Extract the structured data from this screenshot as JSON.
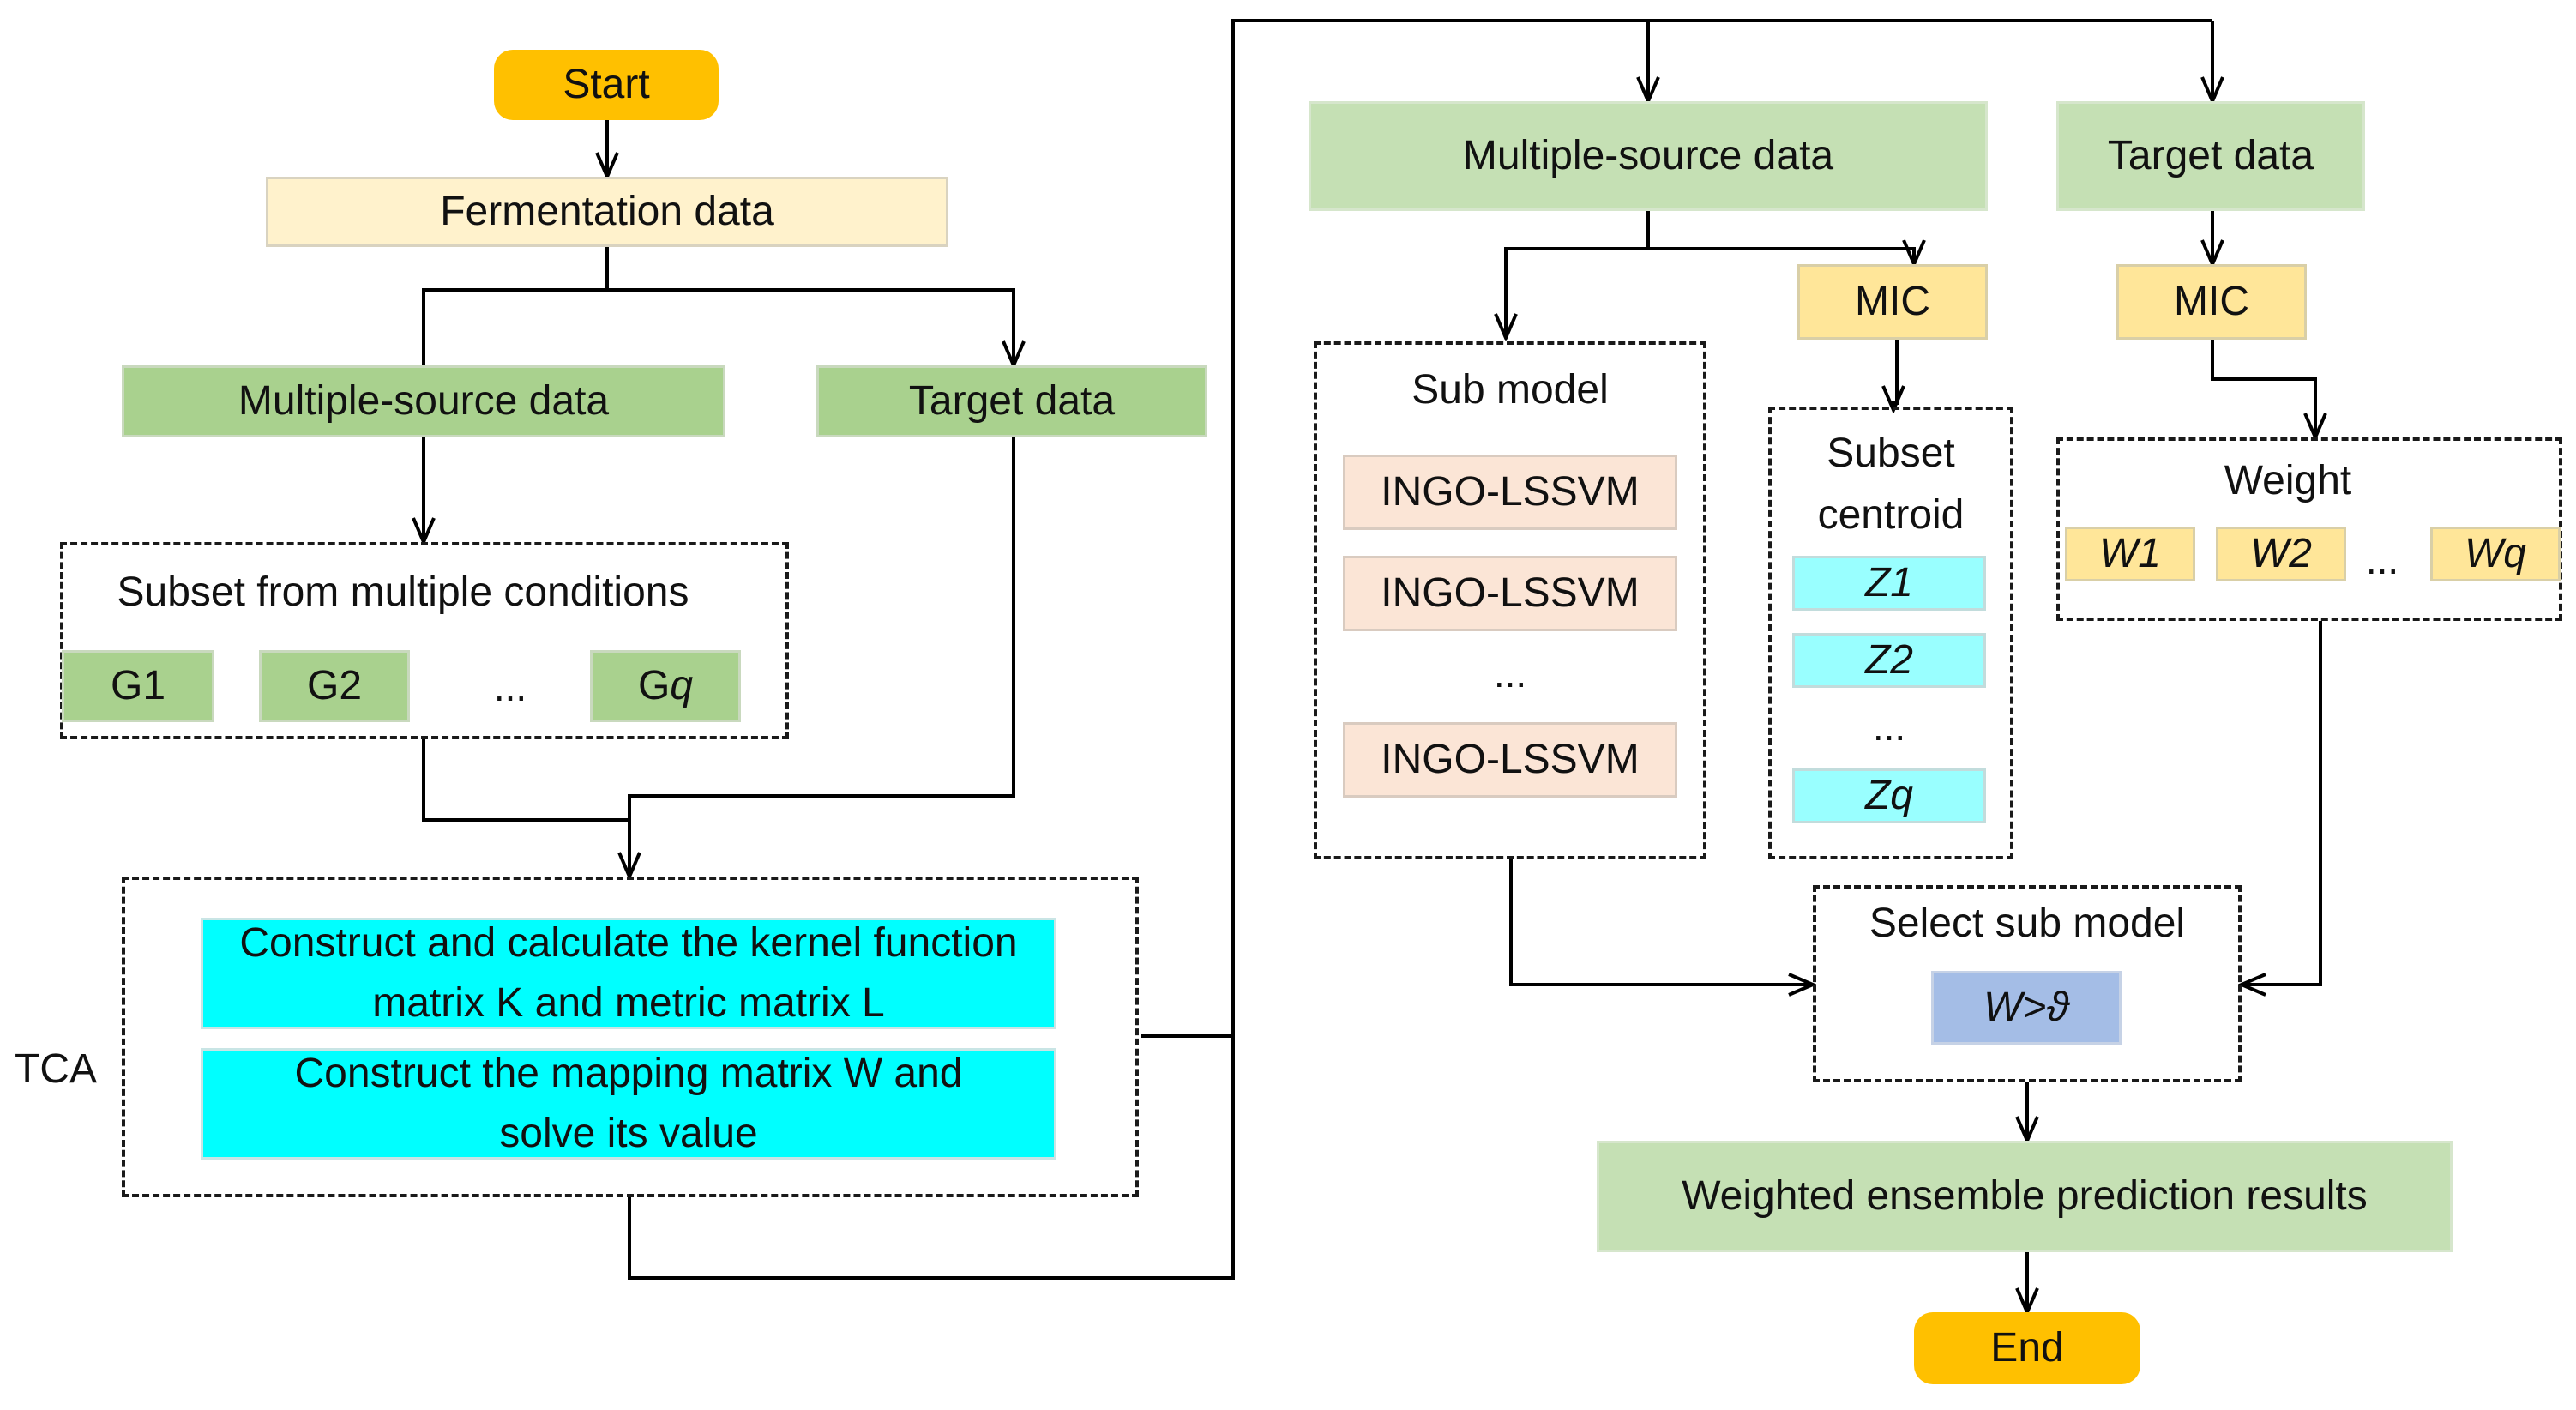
{
  "left": {
    "start": "Start",
    "fermentation": "Fermentation data",
    "multiple_source": "Multiple-source data",
    "target": "Target data",
    "subset_title": "Subset from multiple conditions",
    "g1": "G1",
    "g2": "G2",
    "g_ellipsis": "...",
    "gq_prefix": "G",
    "gq_suffix": "q",
    "tca_label": "TCA",
    "kernel_step": "Construct and calculate the kernel function matrix K and metric matrix L",
    "mapping_step": "Construct the mapping matrix W and solve its value"
  },
  "right": {
    "multiple_source": "Multiple-source data",
    "target": "Target data",
    "mic_source": "MIC",
    "mic_target": "MIC",
    "sub_model_title": "Sub model",
    "sub_model_items": [
      "INGO-LSSVM",
      "INGO-LSSVM",
      "INGO-LSSVM"
    ],
    "sub_model_ellipsis": "...",
    "centroid_title_line1": "Subset",
    "centroid_title_line2": "centroid",
    "centroids": [
      "Z1",
      "Z2",
      "Zq"
    ],
    "centroid_ellipsis": "...",
    "weight_title": "Weight",
    "weights": [
      "W1",
      "W2",
      "Wq"
    ],
    "weight_ellipsis": "...",
    "select_title": "Select sub model",
    "select_rule": "W>ϑ",
    "result": "Weighted ensemble prediction results",
    "end": "End"
  },
  "colors": {
    "terminal": "#ffc000",
    "green": "#a9d18e",
    "light_green": "#c5e0b4",
    "cream": "#fff2cc",
    "mic": "#ffe699",
    "peach": "#fbe5d6",
    "cyan": "#00ffff",
    "light_cyan": "#99ffff",
    "blue": "#a4bde6",
    "line": "#000000"
  }
}
